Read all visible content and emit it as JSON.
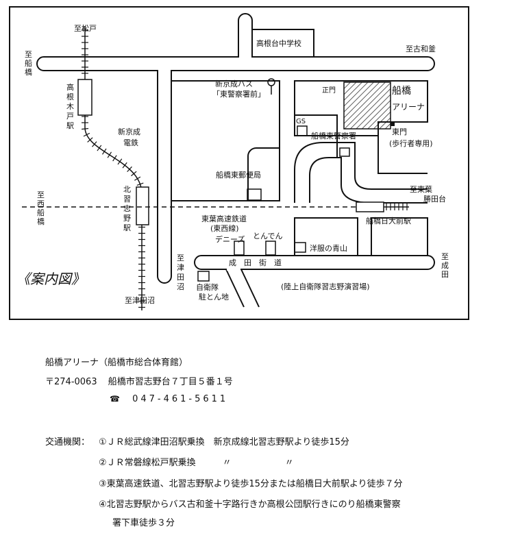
{
  "map": {
    "title": "《案内図》",
    "labels": {
      "matsudo": "至松戸",
      "funabashi_left_1": "至",
      "funabashi_left_2": "船",
      "funabashi_left_3": "橋",
      "takanekido_1": "高",
      "takanekido_2": "根",
      "takanekido_3": "木",
      "takanekido_4": "戸",
      "takanekido_5": "駅",
      "shinkeisei_1": "新京成",
      "shinkeisei_2": "電鉄",
      "kitanarashino_1": "北",
      "kitanarashino_2": "習",
      "kitanarashino_3": "志",
      "kitanarashino_4": "野",
      "kitanarashino_5": "駅",
      "nishifunabashi_1": "至",
      "nishifunabashi_2": "西",
      "nishifunabashi_3": "船",
      "nishifunabashi_4": "橋",
      "tsudanuma_bottom": "至津田沼",
      "tsudanuma_side_1": "至",
      "tsudanuma_side_2": "津",
      "tsudanuma_side_3": "田",
      "tsudanuma_side_4": "沼",
      "school": "高根台中学校",
      "kowagama": "至古和釜",
      "bus_1": "新京成バス",
      "bus_2": "「東警察署前」",
      "seimon": "正門",
      "arena_1": "船橋",
      "arena_2": "アリーナ",
      "gs": "GS",
      "police": "船橋東警察署",
      "east_gate_1": "東門",
      "east_gate_2": "(歩行者専用)",
      "post_office": "船橋東郵便局",
      "higashi_katsuta_1": "至東葉",
      "higashi_katsuta_2": "勝田台",
      "toyo_1": "東葉高速鉄道",
      "toyo_2": "(東西線)",
      "dennys": "デニーズ",
      "tonden": "とんでん",
      "aoyama": "洋服の青山",
      "funabashi_nichidai": "船橋日大前駅",
      "narita_road": "成　田　街　道",
      "narita_1": "至",
      "narita_2": "成",
      "narita_3": "田",
      "jsdf_1": "自衛隊",
      "jsdf_2": "駐とん地",
      "training_ground": "(陸上自衛隊習志野演習場)"
    }
  },
  "info": {
    "name": "船橋アリーナ（船橋市総合体育館）",
    "postal": "〒274-0063",
    "address": "船橋市習志野台７丁目５番１号",
    "phone_icon": "☎",
    "phone": "047-461-5611",
    "transport_label": "交通機関：",
    "routes": [
      "①ＪＲ総武線津田沼駅乗換　新京成線北習志野駅より徒歩15分",
      "②ＪＲ常磐線松戸駅乗換　　　〃　　　　　　〃",
      "③東葉高速鉄道、北習志野駅より徒歩15分または船橋日大前駅より徒歩７分",
      "④北習志野駅からバス古和釜十字路行きか高根公団駅行きにのり船橋東警察",
      "署下車徒歩３分"
    ]
  }
}
